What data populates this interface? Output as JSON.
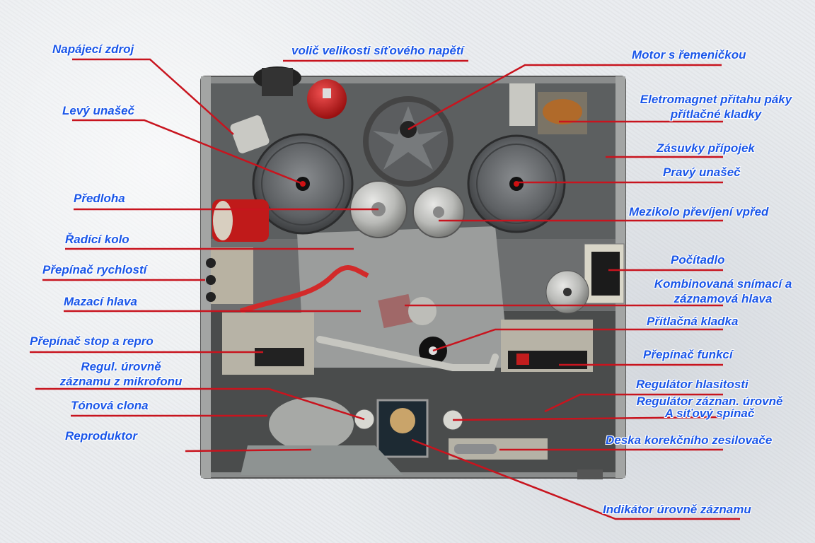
{
  "colors": {
    "label": "#1a56e8",
    "leader": "#c8141e",
    "chassis": "#7a7e80"
  },
  "labels": {
    "napajeci_zdroj": "Napájecí zdroj",
    "volic_napeti": "volič velikosti síťového napětí",
    "motor": "Motor s řemeničkou",
    "elektromagnet_1": "Eletromagnet přítahu páky",
    "elektromagnet_2": "přítlačné kladky",
    "levy_unasec": "Levý unašeč",
    "zasuvky": "Zásuvky přípojek",
    "pravy_unasec": "Pravý unašeč",
    "predloha": "Předloha",
    "mezikolo": "Mezikolo převíjení vpřed",
    "radici_kolo": "Řadící kolo",
    "pocitadlo": "Počítadlo",
    "prepinac_rychlosti": "Přepínač rychlostí",
    "kombinovana_1": "Kombinovaná snímací a",
    "kombinovana_2": "záznamová hlava",
    "mazaci_hlava": "Mazací hlava",
    "pritlacna_kladka": "Přítlačná kladka",
    "prepinac_stop": "Přepínač stop a repro",
    "prepinac_funkci": "Přepínač funkcí",
    "regul_mikro_1": "Regul. úrovně",
    "regul_mikro_2": "záznamu z mikrofonu",
    "regulator_hlasitosti": "Regulátor hlasitosti",
    "regulator_zaznan_1": "Regulátor záznan. úrovně",
    "regulator_zaznan_2": "A síťový spínač",
    "tonova_clona": "Tónová clona",
    "reproduktor": "Reproduktor",
    "deska": "Deska korekčního zesilovače",
    "indikator": "Indikátor úrovně záznamu"
  }
}
